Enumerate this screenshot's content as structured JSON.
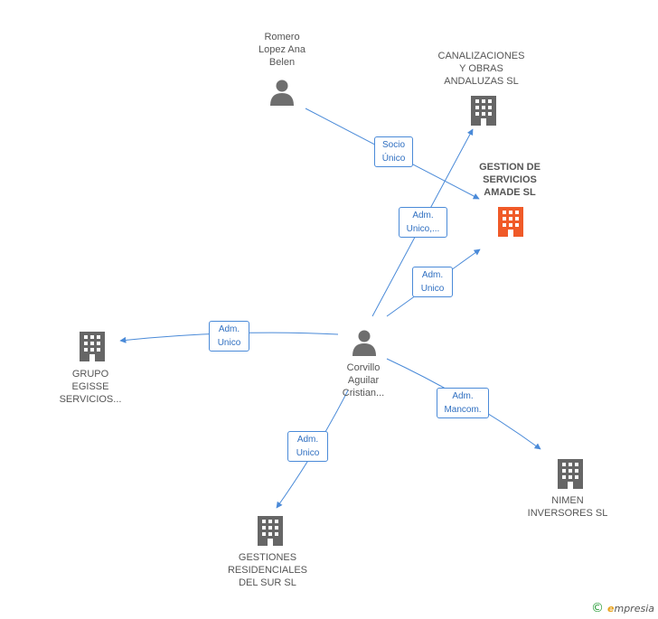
{
  "colors": {
    "edge": "#4a8ad8",
    "company": "#666666",
    "company_main": "#f05a28",
    "person": "#6e6e6e"
  },
  "nodes": {
    "romero": {
      "label": "Romero\nLopez Ana\nBelen",
      "kind": "person"
    },
    "canalizaciones": {
      "label": "CANALIZACIONES\nY OBRAS\nANDALUZAS SL",
      "kind": "company"
    },
    "gestion": {
      "label": "GESTION DE\nSERVICIOS\nAMADE SL",
      "kind": "company-main"
    },
    "corvillo": {
      "label": "Corvillo\nAguilar\nCristian...",
      "kind": "person"
    },
    "grupo": {
      "label": "GRUPO\nEGISSE\nSERVICIOS...",
      "kind": "company"
    },
    "nimen": {
      "label": "NIMEN\nINVERSORES SL",
      "kind": "company"
    },
    "gestiones": {
      "label": "GESTIONES\nRESIDENCIALES\nDEL SUR SL",
      "kind": "company"
    }
  },
  "edges": {
    "socio": "Socio\nÚnico",
    "adm_canal": "Adm.\nUnico,...",
    "adm_gestion": "Adm.\nUnico",
    "adm_grupo": "Adm.\nUnico",
    "mancom": "Adm.\nMancom.",
    "adm_gestiones": "Adm.\nUnico"
  },
  "footer": {
    "copyright": "©",
    "brand_initial": "e",
    "brand_rest": "mpresia"
  }
}
